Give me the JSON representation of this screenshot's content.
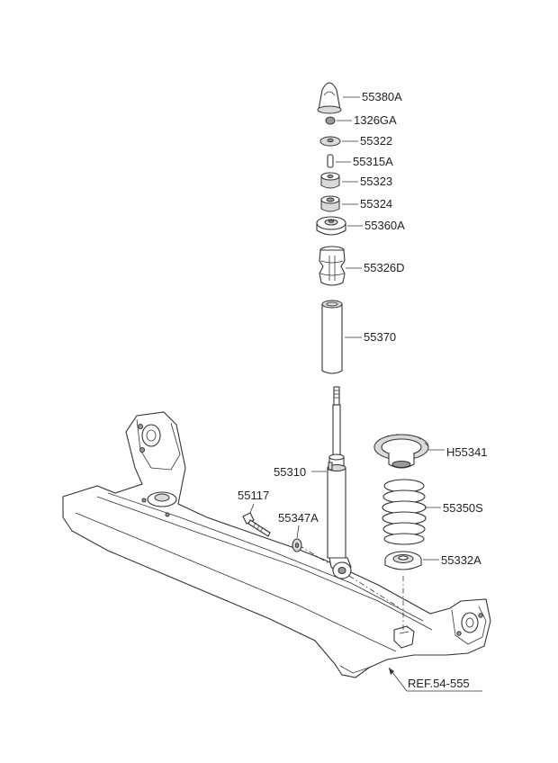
{
  "parts": {
    "p55380A": "55380A",
    "p1326GA": "1326GA",
    "p55322": "55322",
    "p55315A": "55315A",
    "p55323": "55323",
    "p55324": "55324",
    "p55360A": "55360A",
    "p55326D": "55326D",
    "p55370": "55370",
    "pH55341": "H55341",
    "p55310": "55310",
    "p55117": "55117",
    "p55347A": "55347A",
    "p55350S": "55350S",
    "p55332A": "55332A"
  },
  "reference": "REF.54-555"
}
